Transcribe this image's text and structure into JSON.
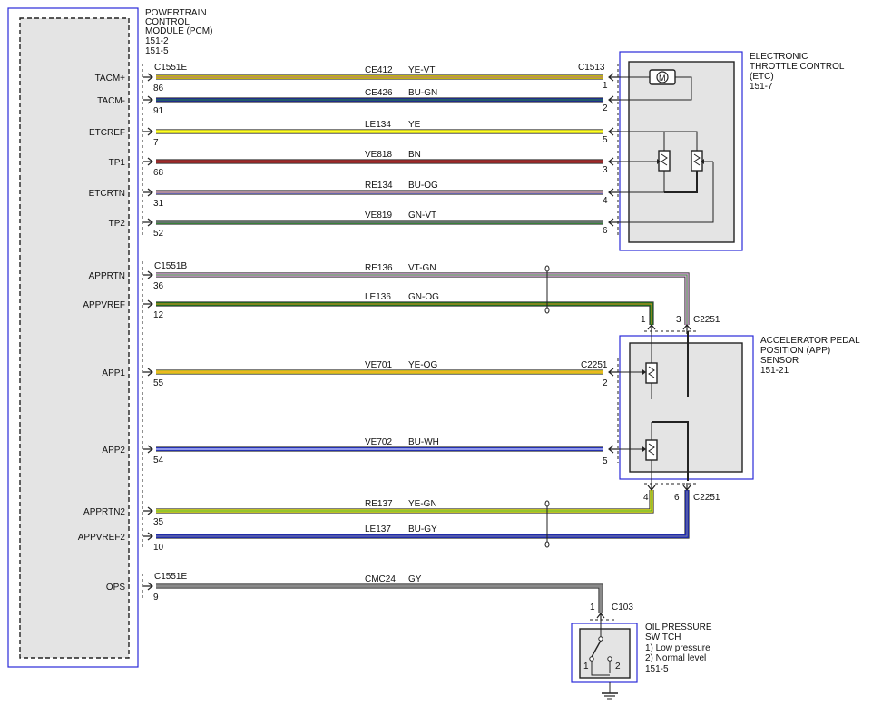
{
  "pcm": {
    "title_lines": [
      "POWERTRAIN",
      "CONTROL",
      "MODULE (PCM)",
      "151-2",
      "151-5"
    ],
    "connectors": {
      "c1551e": "C1551E",
      "c1551b": "C1551B",
      "c1551e_ops": "C1551E"
    }
  },
  "etc": {
    "title_lines": [
      "ELECTRONIC",
      "THROTTLE CONTROL",
      "(ETC)",
      "151-7"
    ],
    "connector": "C1513",
    "motor_symbol": "M"
  },
  "app": {
    "title_lines": [
      "ACCELERATOR PEDAL",
      "POSITION (APP)",
      "SENSOR",
      "151-21"
    ],
    "connector_top": "C2251",
    "connector_mid": "C2251",
    "connector_bottom": "C2251"
  },
  "ops": {
    "title_lines": [
      "OIL PRESSURE",
      "SWITCH",
      "1) Low pressure",
      "2) Normal level",
      "151-5"
    ],
    "connector": "C103",
    "switch_pin_1": "1",
    "switch_pin_2": "2"
  },
  "circuits": [
    {
      "signal": "TACM+",
      "pcm_pin": "86",
      "circuit": "CE412",
      "color_code": "YE-VT",
      "far_pin": "1",
      "color": "#f0e000",
      "stripe": "#8a4a9a"
    },
    {
      "signal": "TACM-",
      "pcm_pin": "91",
      "circuit": "CE426",
      "color_code": "BU-GN",
      "far_pin": "2",
      "color": "#1a2aa8",
      "stripe": "#2a8a2a"
    },
    {
      "signal": "ETCREF",
      "pcm_pin": "7",
      "circuit": "LE134",
      "color_code": "YE",
      "far_pin": "5",
      "color": "#ffff20",
      "stripe": "#ffff20"
    },
    {
      "signal": "TP1",
      "pcm_pin": "68",
      "circuit": "VE818",
      "color_code": "BN",
      "far_pin": "3",
      "color": "#a02a2a",
      "stripe": "#a02a2a"
    },
    {
      "signal": "ETCRTN",
      "pcm_pin": "31",
      "circuit": "RE134",
      "color_code": "BU-OG",
      "far_pin": "4",
      "color": "#7a78d8",
      "stripe": "#e8a060"
    },
    {
      "signal": "TP2",
      "pcm_pin": "52",
      "circuit": "VE819",
      "color_code": "GN-VT",
      "far_pin": "6",
      "color": "#3a9a3a",
      "stripe": "#8a4a9a"
    },
    {
      "signal": "APPRTN",
      "pcm_pin": "36",
      "circuit": "RE136",
      "color_code": "VT-GN",
      "far_pin": "3",
      "color": "#e0a8e0",
      "stripe": "#3a9a3a"
    },
    {
      "signal": "APPVREF",
      "pcm_pin": "12",
      "circuit": "LE136",
      "color_code": "GN-OG",
      "far_pin": "1",
      "color": "#1a7a1a",
      "stripe": "#e89020"
    },
    {
      "signal": "APP1",
      "pcm_pin": "55",
      "circuit": "VE701",
      "color_code": "YE-OG",
      "far_pin": "2",
      "color": "#f0e020",
      "stripe": "#e89020"
    },
    {
      "signal": "APP2",
      "pcm_pin": "54",
      "circuit": "VE702",
      "color_code": "BU-WH",
      "far_pin": "5",
      "color": "#2030d8",
      "stripe": "#ffffff"
    },
    {
      "signal": "APPRTN2",
      "pcm_pin": "35",
      "circuit": "RE137",
      "color_code": "YE-GN",
      "far_pin": "4",
      "color": "#f0f020",
      "stripe": "#3a9a3a"
    },
    {
      "signal": "APPVREF2",
      "pcm_pin": "10",
      "circuit": "LE137",
      "color_code": "BU-GY",
      "far_pin": "6",
      "color": "#1a2ad0",
      "stripe": "#888888"
    },
    {
      "signal": "OPS",
      "pcm_pin": "9",
      "circuit": "CMC24",
      "color_code": "GY",
      "far_pin": "1",
      "color": "#8a8a8a",
      "stripe": "#8a8a8a"
    }
  ]
}
